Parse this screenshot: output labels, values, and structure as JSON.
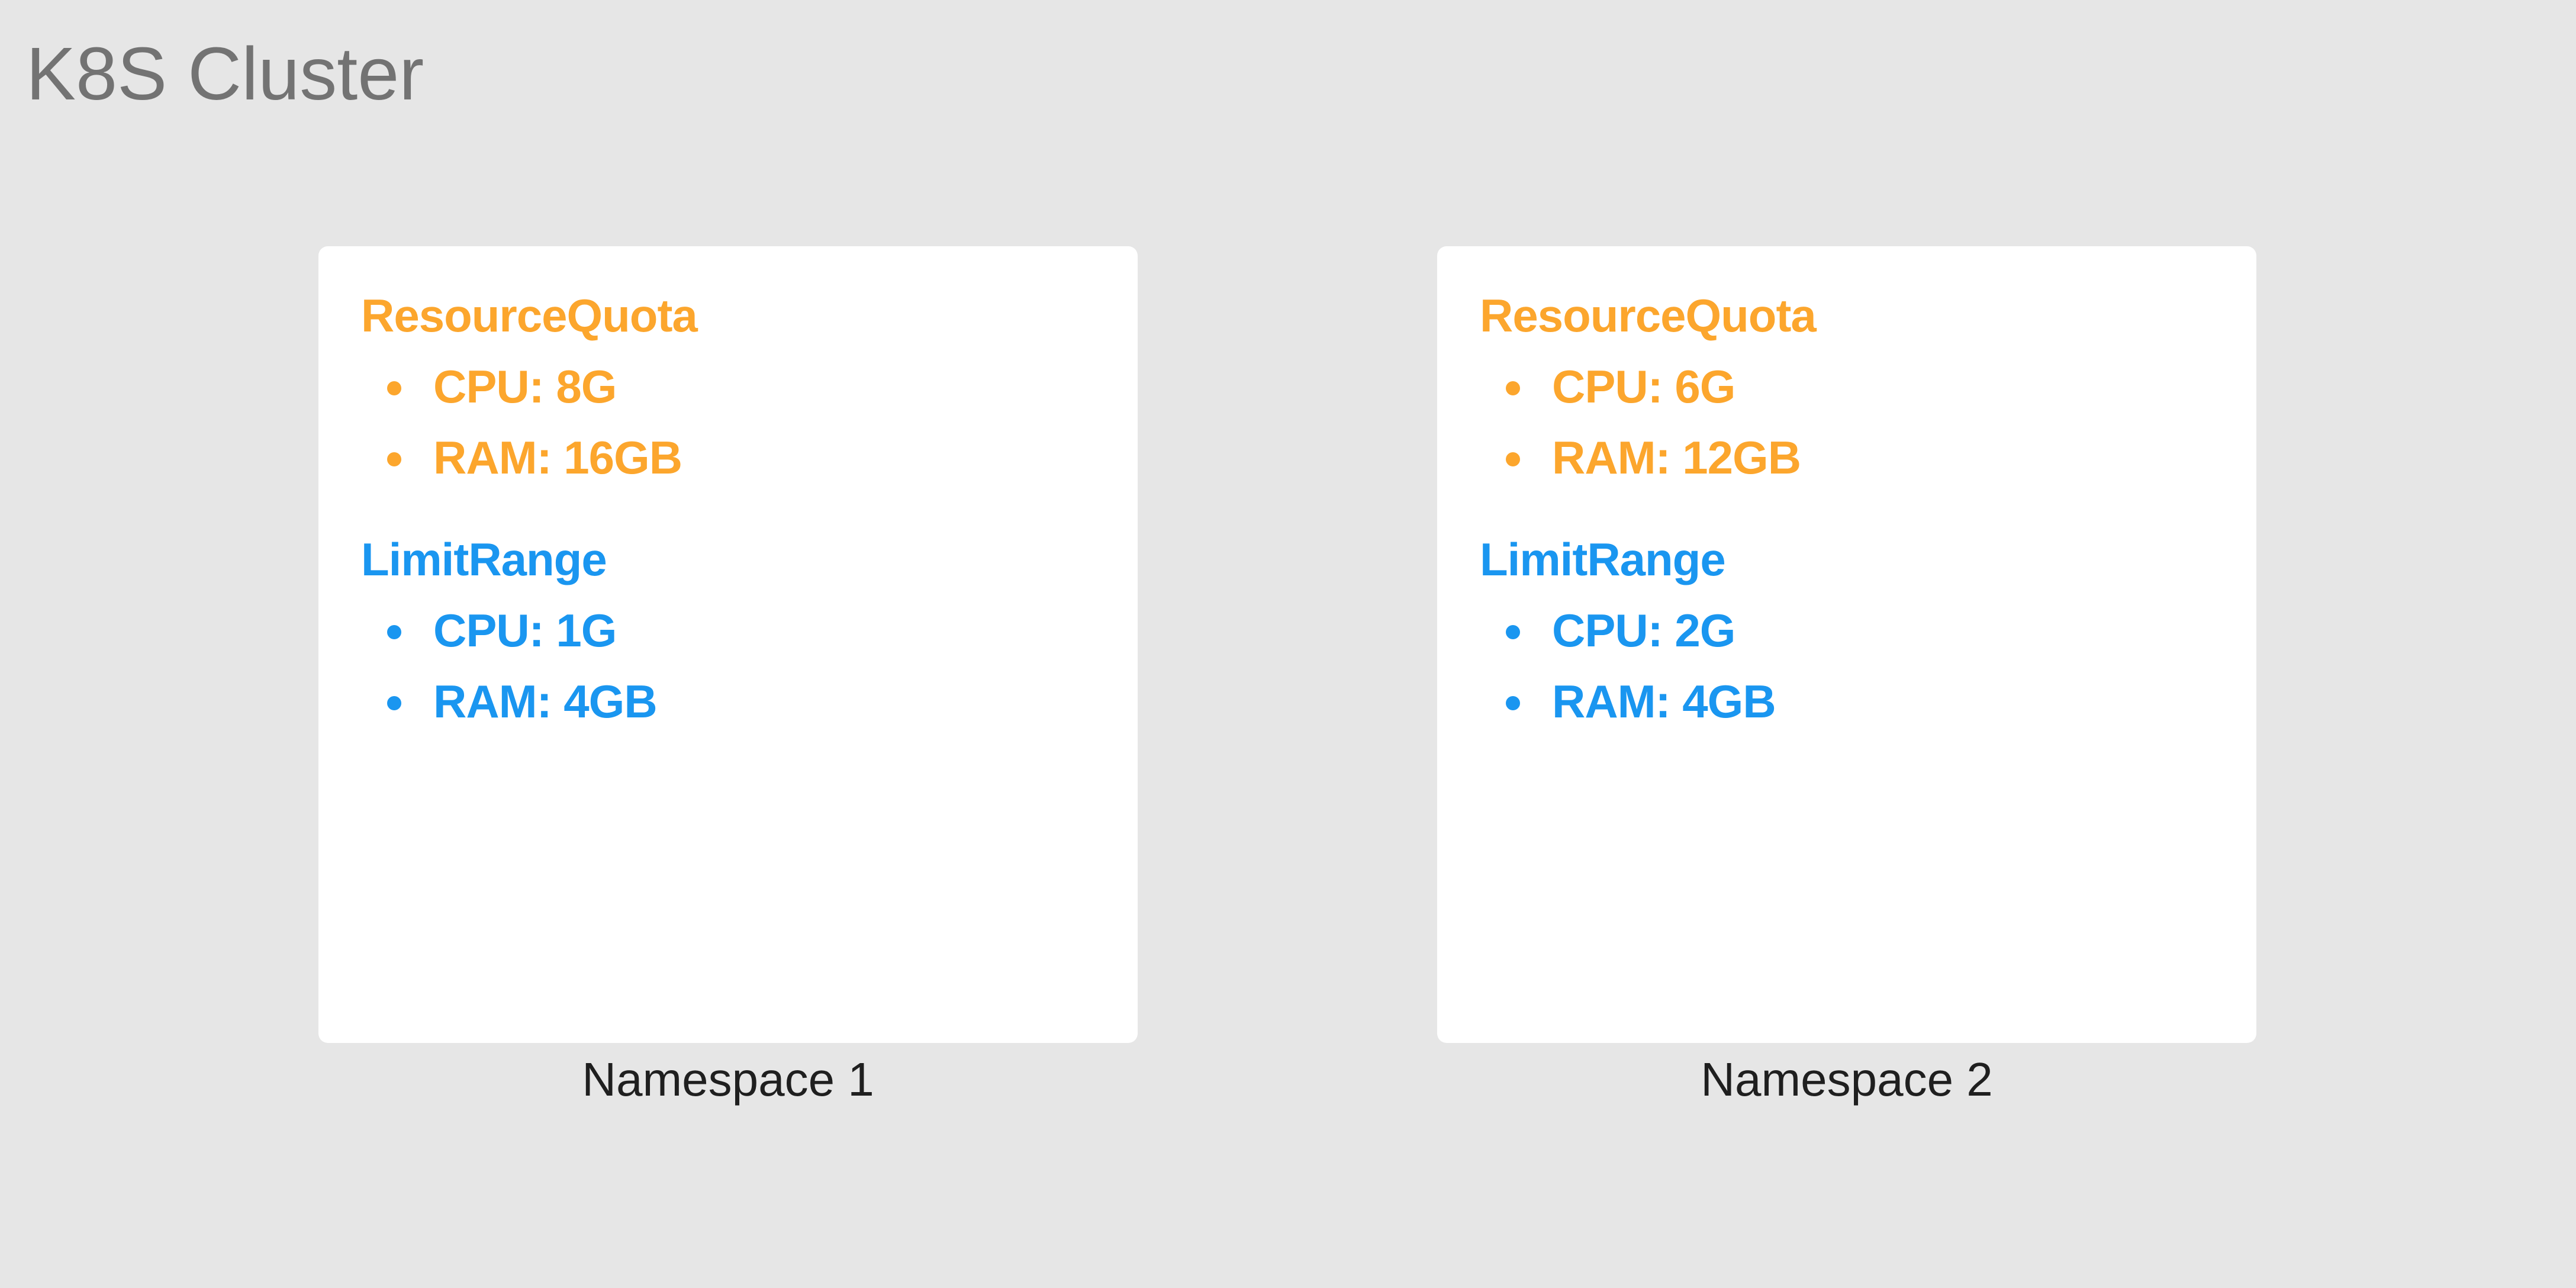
{
  "cluster": {
    "title": "K8S Cluster"
  },
  "namespaces": [
    {
      "label": "Namespace 1",
      "resource_quota": {
        "title": "ResourceQuota",
        "items": [
          "CPU: 8G",
          "RAM: 16GB"
        ]
      },
      "limit_range": {
        "title": "LimitRange",
        "items": [
          "CPU: 1G",
          "RAM: 4GB"
        ]
      }
    },
    {
      "label": "Namespace 2",
      "resource_quota": {
        "title": "ResourceQuota",
        "items": [
          "CPU: 6G",
          "RAM: 12GB"
        ]
      },
      "limit_range": {
        "title": "LimitRange",
        "items": [
          "CPU: 2G",
          "RAM: 4GB"
        ]
      }
    }
  ],
  "colors": {
    "background": "#e6e6e6",
    "resource_quota": "#fca62d",
    "limit_range": "#1a96f0",
    "cluster_title": "#737373",
    "namespace_label": "#1f1f1f"
  }
}
